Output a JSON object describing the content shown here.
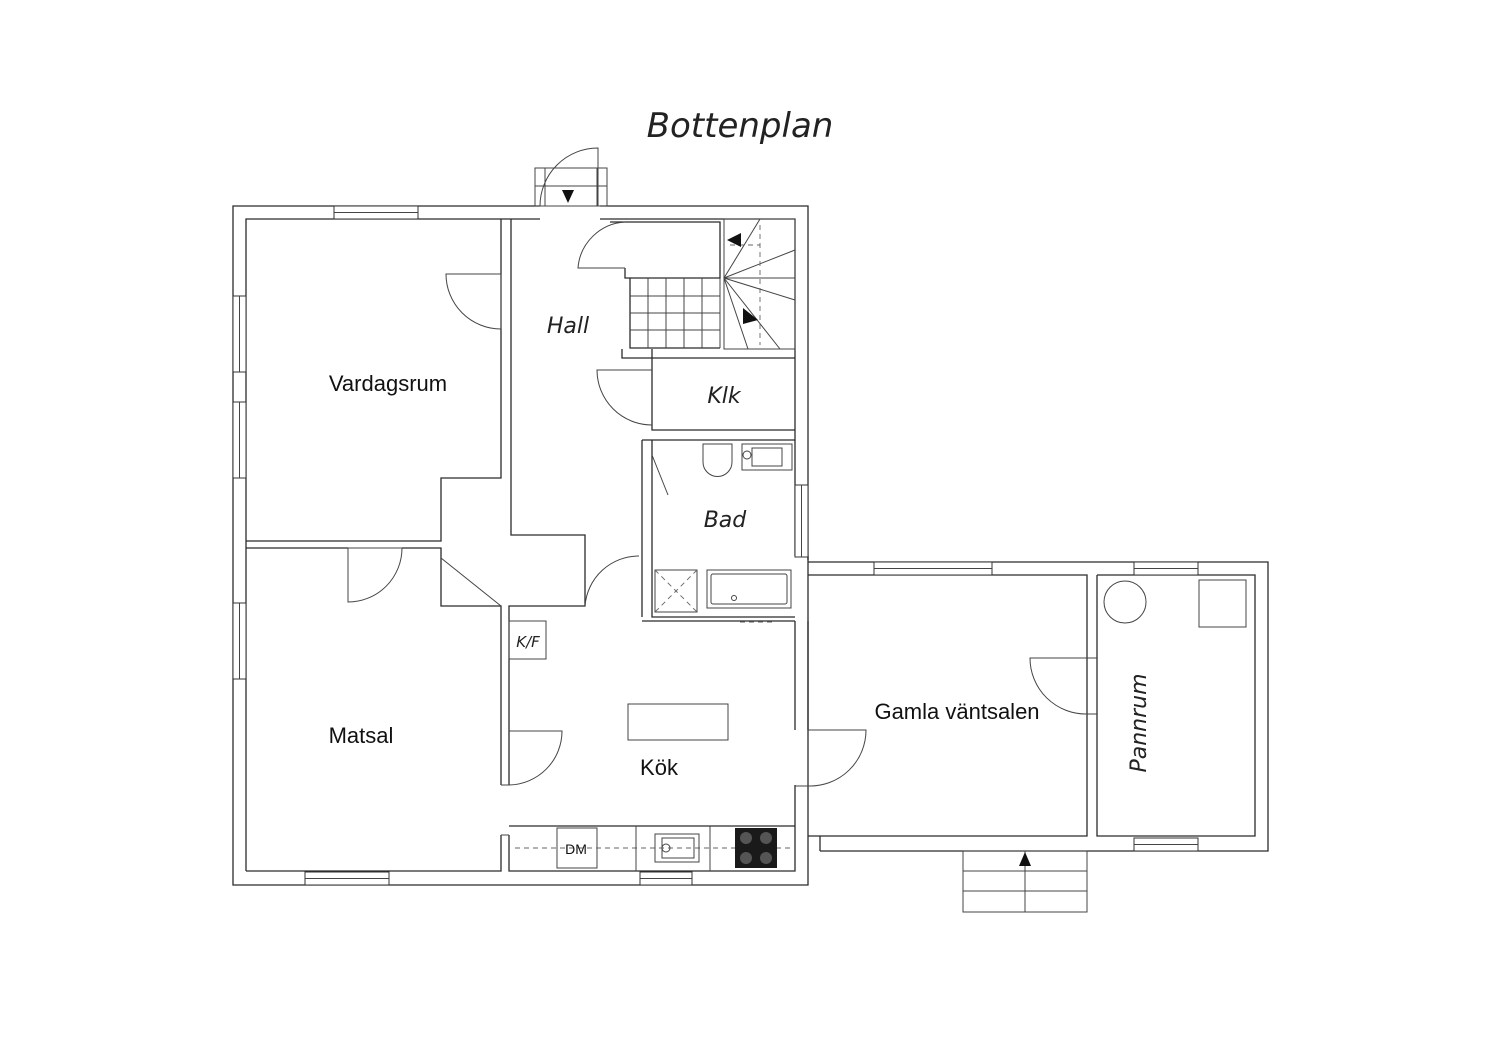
{
  "title": "Bottenplan",
  "rooms": {
    "vardagsrum": "Vardagsrum",
    "hall": "Hall",
    "klk": "Klk",
    "bad": "Bad",
    "matsal": "Matsal",
    "kf": "K/F",
    "kok": "Kök",
    "dm": "DM",
    "gamla_vantsalen": "Gamla väntsalen",
    "pannrum": "Pannrum"
  },
  "colors": {
    "line": "#2b2b2b",
    "background": "#ffffff",
    "cooktop": "#1a1a1a"
  }
}
